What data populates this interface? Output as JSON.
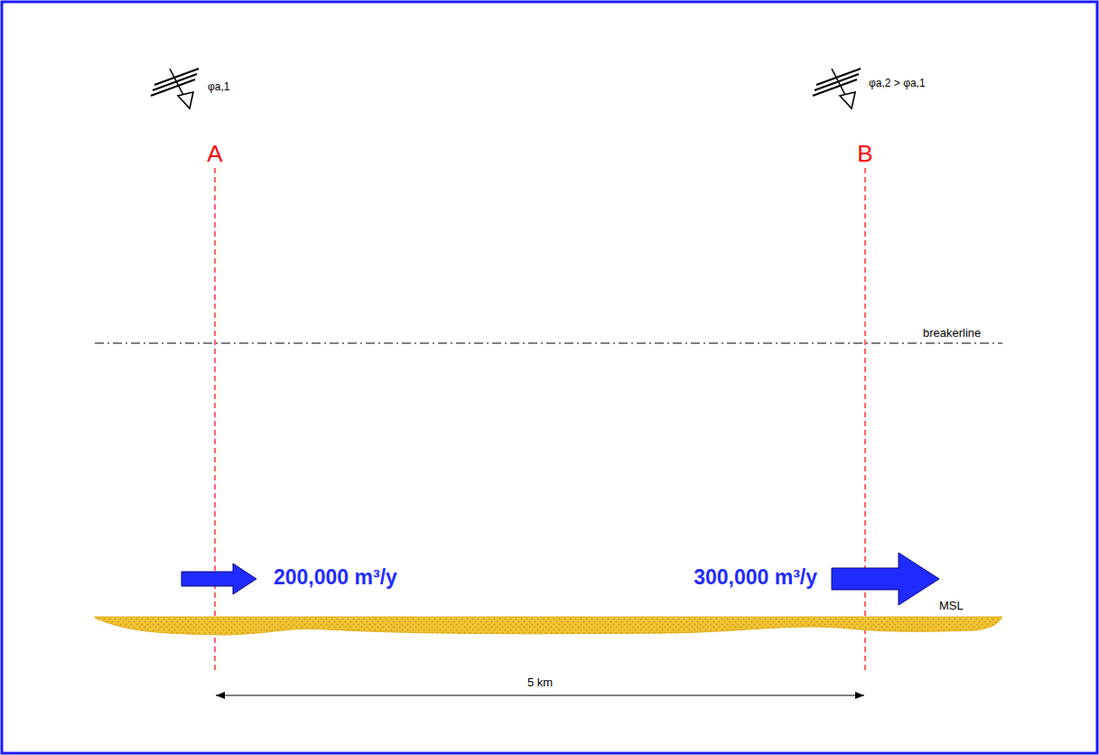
{
  "diagram": {
    "labels": [
      "φa,1",
      "A",
      "φa,2 > φa,1",
      "B",
      "breakerline",
      "200,000 m³/y",
      "300,000 m³/y",
      "MSL",
      "5 km"
    ]
  }
}
